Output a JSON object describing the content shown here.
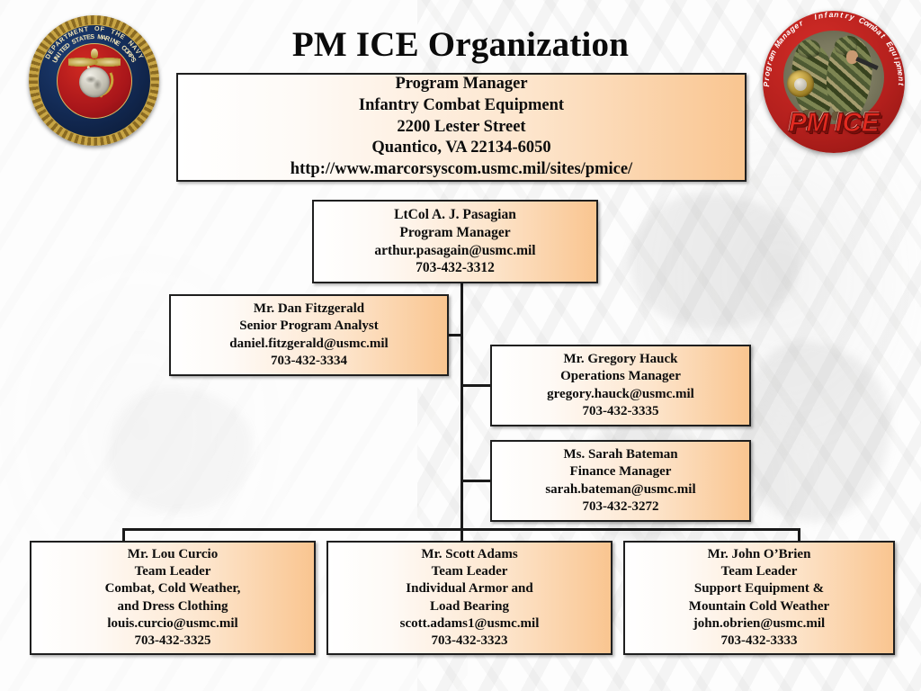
{
  "title": "PM ICE Organization",
  "emblems": {
    "usmc_seal": {
      "name": "department-of-the-navy-seal",
      "outer_text_top": "DEPARTMENT OF THE NAVY",
      "outer_text_bottom": "UNITED STATES MARINE CORPS",
      "ring_color": "#11264d",
      "center_color": "#a8161a",
      "rope_color": "#c8a545"
    },
    "pmice_logo": {
      "name": "pm-ice-logo",
      "arc_text": "Program Manager  Infantry Combat Equipment",
      "wordmark": "PM ICE",
      "badge_color": "#b4201d",
      "wordmark_color": "#e02a20"
    }
  },
  "nodes": {
    "header": {
      "lines": [
        "Program Manager",
        "Infantry Combat Equipment",
        "2200 Lester Street",
        "Quantico, VA 22134-6050",
        "http://www.marcorsyscom.usmc.mil/sites/pmice/"
      ]
    },
    "program_manager": {
      "lines": [
        "LtCol A. J. Pasagian",
        "Program Manager",
        "arthur.pasagain@usmc.mil",
        "703-432-3312"
      ]
    },
    "senior_program_analyst": {
      "lines": [
        "Mr. Dan Fitzgerald",
        "Senior Program Analyst",
        "daniel.fitzgerald@usmc.mil",
        "703-432-3334"
      ]
    },
    "operations_manager": {
      "lines": [
        "Mr. Gregory Hauck",
        "Operations Manager",
        "gregory.hauck@usmc.mil",
        "703-432-3335"
      ]
    },
    "finance_manager": {
      "lines": [
        "Ms. Sarah Bateman",
        "Finance Manager",
        "sarah.bateman@usmc.mil",
        "703-432-3272"
      ]
    },
    "team_leader_1": {
      "lines": [
        "Mr. Lou Curcio",
        "Team Leader",
        "Combat, Cold Weather,",
        "and Dress Clothing",
        "louis.curcio@usmc.mil",
        "703-432-3325"
      ]
    },
    "team_leader_2": {
      "lines": [
        "Mr. Scott Adams",
        "Team Leader",
        "Individual Armor and",
        "Load Bearing",
        "scott.adams1@usmc.mil",
        "703-432-3323"
      ]
    },
    "team_leader_3": {
      "lines": [
        "Mr. John O’Brien",
        "Team Leader",
        "Support Equipment &",
        "Mountain Cold Weather",
        "john.obrien@usmc.mil",
        "703-432-3333"
      ]
    }
  },
  "colors": {
    "box_fill_left": "#ffffff",
    "box_fill_right": "#f9c590",
    "box_border": "#1f1f1f",
    "connector": "#1a1a1a",
    "text": "#0d0d0d",
    "background": "#fdfdfd"
  }
}
